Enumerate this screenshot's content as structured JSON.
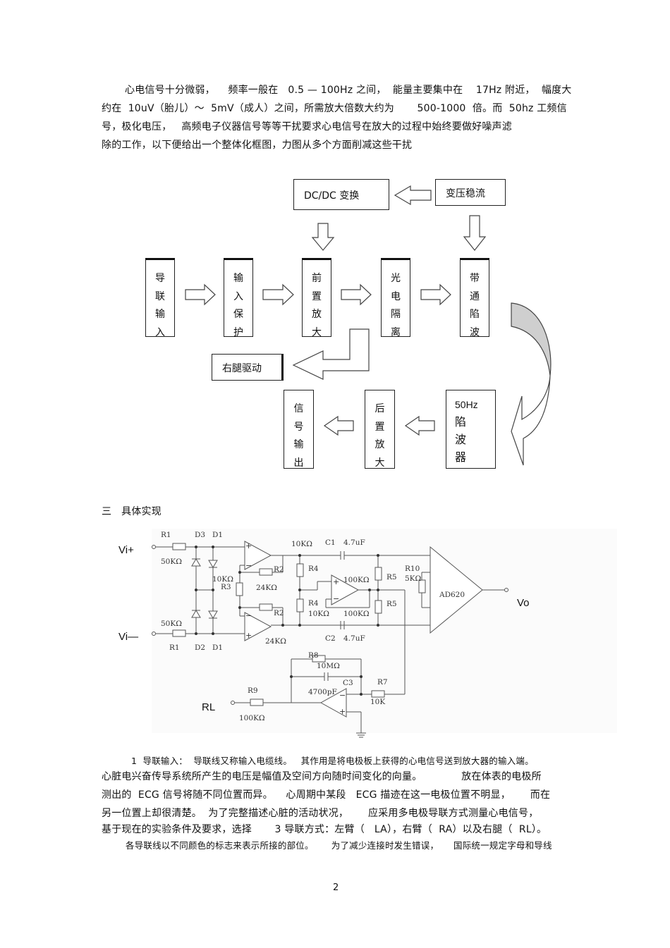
{
  "intro": {
    "lines": [
      "心电信号十分微弱，    频率一般在   0.5 — 100Hz 之间，  能量主要集中在    17Hz 附近，  幅度大",
      "约在  10uV（胎儿）～  5mV（成人）之间，所需放大倍数大约为       500-1000  倍。而  50hz 工频信",
      "号，极化电压，   高频电子仪器信号等等干扰要求心电信号在放大的过程中始终要做好噪声滤",
      "除的工作，以下便给出一个整体化框图，力图从多个方面削减这些干扰"
    ]
  },
  "block_diagram": {
    "dcdc": "DC/DC  变换",
    "transformer": "变压稳流",
    "lead_input": [
      "导",
      "联",
      "输",
      "入"
    ],
    "input_protect": [
      "输",
      "入",
      "保",
      "护"
    ],
    "pre_amp": [
      "前",
      "置",
      "放",
      "大"
    ],
    "opto_isolation": [
      "光",
      "电",
      "隔",
      "离"
    ],
    "bandpass": [
      "带",
      "通",
      "陷",
      "波"
    ],
    "right_leg": "右腿驱动",
    "signal_out": [
      "信",
      "号",
      "输",
      "出"
    ],
    "post_amp": [
      "后",
      "置",
      "放",
      "大"
    ],
    "notch_title": "50Hz",
    "notch": [
      "陷",
      "波",
      "器"
    ]
  },
  "section_heading": "三   具体实现",
  "circuit": {
    "vi_plus": "Vi+",
    "vi_minus": "Vi—",
    "vo": "Vo",
    "rl": "RL",
    "labels": {
      "r1_top": "R1",
      "r1_top_val": "50KΩ",
      "r1_bot": "R1",
      "r1_bot_val": "50KΩ",
      "d3": "D3",
      "d1_top": "D1",
      "d2": "D2",
      "d1_bot": "D1",
      "r3": "R3",
      "r3_val": "10KΩ",
      "r2_top": "R2",
      "r2_top_val": "24KΩ",
      "r2_bot": "R2",
      "r2_bot_val": "24KΩ",
      "r4_top": "R4",
      "r4_bot": "R4",
      "r4_val_top": "10KΩ",
      "r4_val_bot": "10KΩ",
      "c1": "C1",
      "c1_val": "4.7uF",
      "c2": "C2",
      "c2_val": "4.7uF",
      "r5_top": "R5",
      "r5_bot": "R5",
      "r5_val_top": "100KΩ",
      "r5_val_bot": "100KΩ",
      "r10": "R10",
      "r10_val": "5KΩ",
      "ad620": "AD620",
      "r8": "R8",
      "r8_val": "10MΩ",
      "c3": "C3",
      "c3_val": "4700pF",
      "r7": "R7",
      "r7_val": "10K",
      "r9": "R9",
      "r9_val": "100KΩ"
    }
  },
  "body": {
    "lines": [
      "1  导联输入：  导联线又称输入电缆线。   其作用是将电极板上获得的心电信号送到放大器的输入端。",
      "心脏电兴奋传导系统所产生的电压是幅值及空间方向随时间变化的向量。            放在体表的电极所",
      "测出的  ECG 信号将随不同位置而异。    心周期中某段   ECG 描迹在这一电极位置不明显，      而在",
      "另一位置上却很清楚。  为了完整描述心脏的活动状况，      应采用多电极导联方式测量心电信号，",
      "基于现在的实验条件及要求，选择       3 导联方式：左臂（   LA），右臂（  RA）以及右腿（  RL）。",
      "各导联线以不同颜色的标志来表示所接的部位。      为了减少连接时发生错误，     国际统一规定字母和导线"
    ]
  },
  "page_number": "2"
}
